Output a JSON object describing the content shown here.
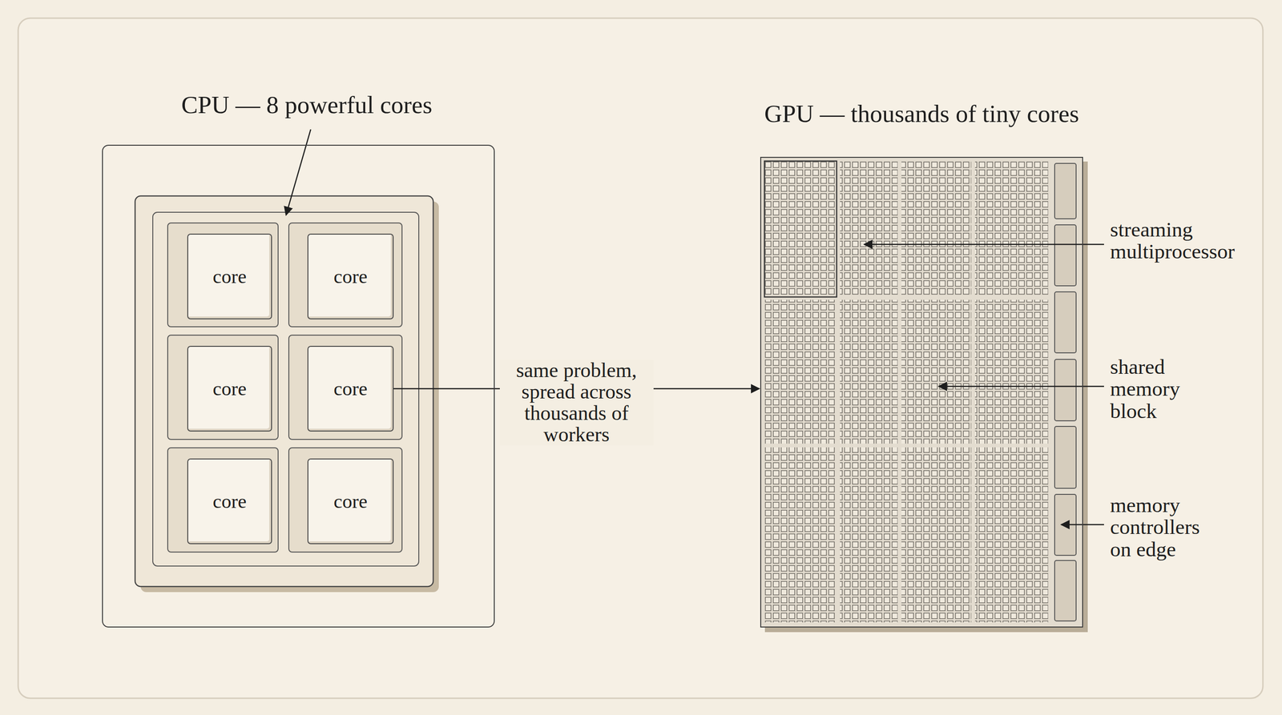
{
  "diagram": {
    "nodes": [
      {
        "text": [
          "CPU — 8 powerful cores"
        ]
      },
      {
        "text": [
          "core"
        ],
        "in": 0
      },
      {
        "text": [
          "core"
        ],
        "in": 0
      },
      {
        "text": [
          "core"
        ],
        "in": 0
      },
      {
        "text": [
          "core"
        ],
        "in": 0
      },
      {
        "text": [
          "core"
        ],
        "in": 0
      },
      {
        "text": [
          "core"
        ],
        "in": 0
      },
      {
        "text": [
          "GPU — thousands of tiny cores"
        ]
      }
    ],
    "edges": [
      {
        "from": 4,
        "to": 7,
        "arrow": "to",
        "label": "same problem, spread across thousands of workers"
      }
    ],
    "labels": [
      "streaming multiprocessor",
      "shared memory block",
      "memory controllers on edge"
    ]
  }
}
